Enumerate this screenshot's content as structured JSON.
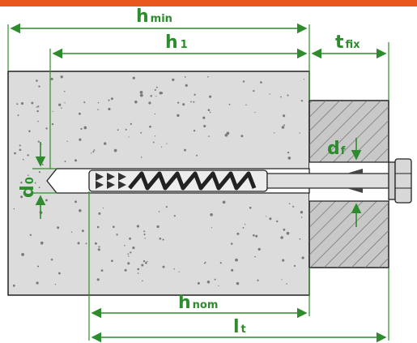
{
  "colors": {
    "accent_bar": "#e8581c",
    "dimension": "#2e8b2e",
    "concrete": "#dcdcdc",
    "fixture": "#c8c8c8",
    "outline": "#222222"
  },
  "labels": {
    "h_min": {
      "main": "h",
      "sub": "min"
    },
    "h_1": {
      "main": "h",
      "sub": "1"
    },
    "t_fix": {
      "main": "t",
      "sub": "fix"
    },
    "d_f": {
      "main": "d",
      "sub": "f"
    },
    "d_0": {
      "main": "d",
      "sub": "0"
    },
    "h_nom": {
      "main": "h",
      "sub": "nom"
    },
    "l_t": {
      "main": "l",
      "sub": "t"
    }
  },
  "icons": [
    "anchor-dowel-icon",
    "hex-screw-head-icon"
  ]
}
